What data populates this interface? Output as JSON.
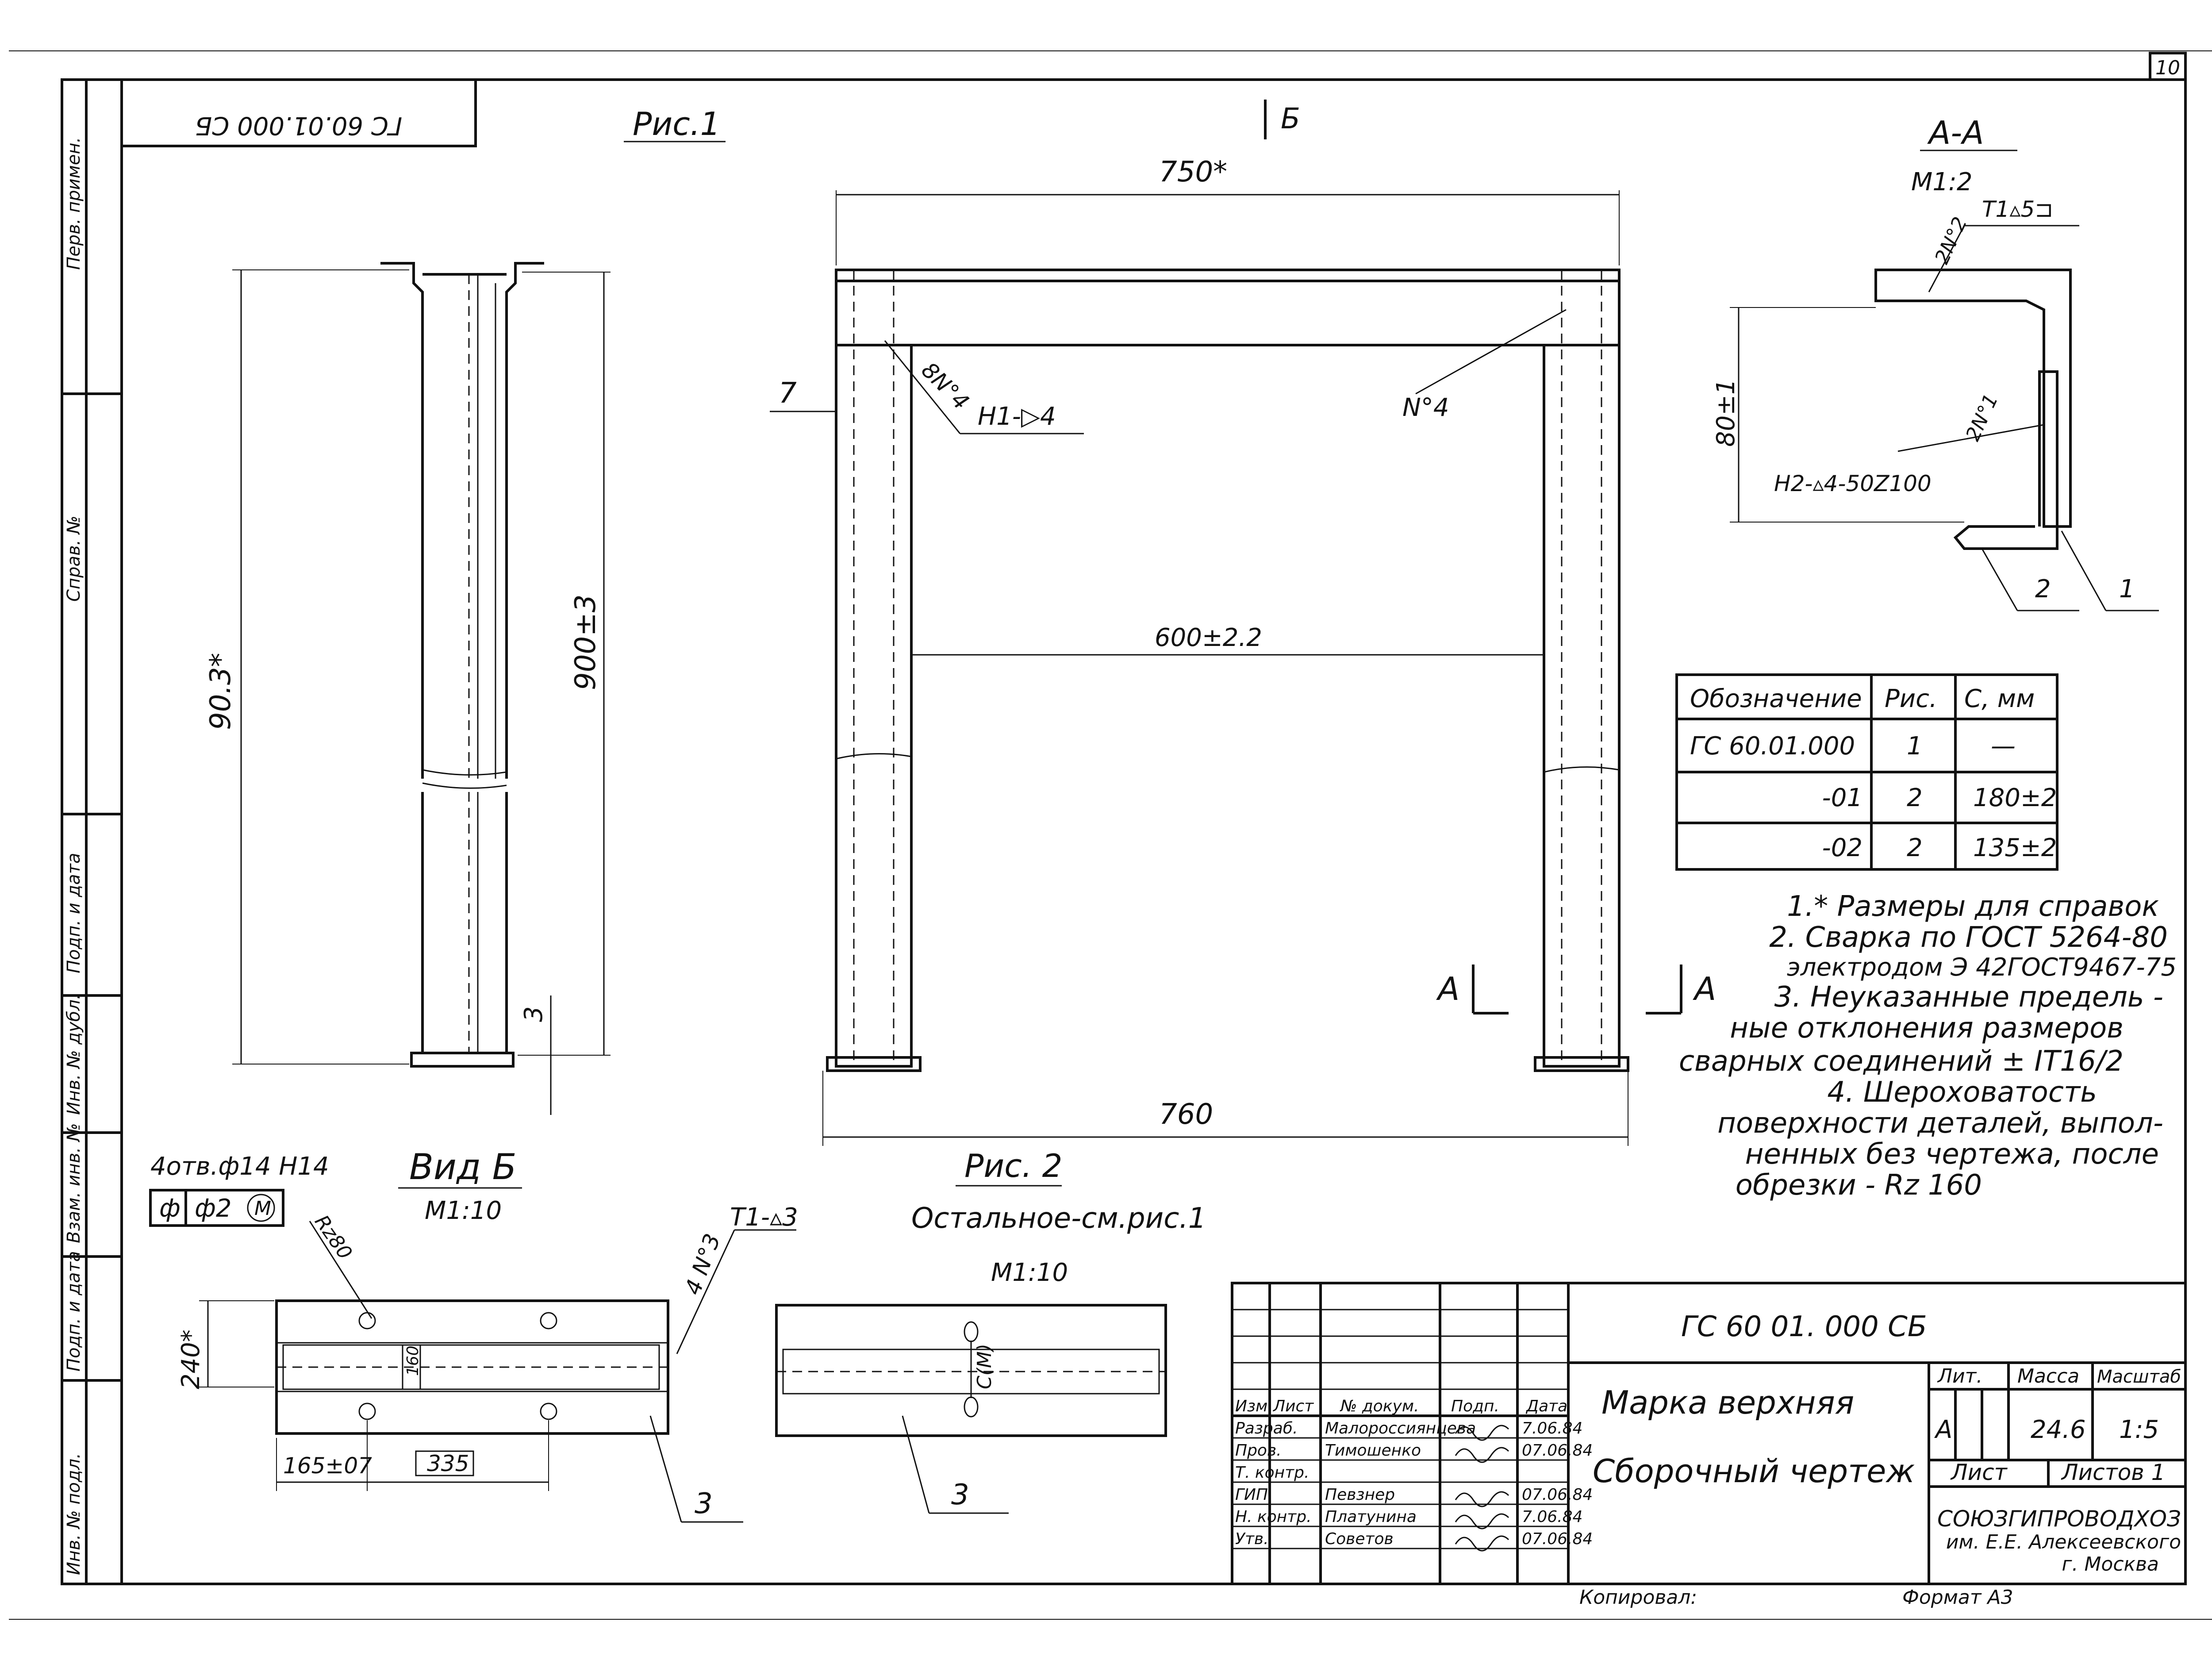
{
  "sheet": {
    "page_number": "10",
    "format": "Формат А3",
    "copied_by": "Копировал:"
  },
  "stamp_top": "ГС 60.01.000 СБ",
  "side_stamp": {
    "perv_primen": "Перв. примен.",
    "sprav_no": "Справ. №",
    "podp_data": "Подп. и дата",
    "inv_dubl": "Инв. № дубл.",
    "vzam_inv": "Взам. инв. №",
    "podp_data_2": "Подп. и дата",
    "inv_podl": "Инв. № подл."
  },
  "fig1": {
    "title": "Рис.1",
    "dim_height_ref": "90.3*",
    "dim_height": "900±3",
    "dim_3": "3"
  },
  "section_b": {
    "label": "Б"
  },
  "fig2_view": {
    "dim_top": "750*",
    "dim_7": "7",
    "weld_left": "8N°4",
    "weld_left_code": "H1-▷4",
    "weld_right": "N°4",
    "dim_inner": "600±2.2",
    "dim_bottom": "760",
    "cut_a_left": "А",
    "cut_a_right": "А"
  },
  "section_aa": {
    "title": "А-А",
    "scale": "М1:2",
    "weld_top": "2N°2",
    "weld_top_code": "T1▵5⊐",
    "dim_80": "80±1",
    "weld_bottom_code": "H2-▵4-50Z100",
    "weld_bottom": "2N°1",
    "pos_2": "2",
    "pos_1": "1"
  },
  "variants_table": {
    "headers": [
      "Обозначение",
      "Рис.",
      "С, мм"
    ],
    "rows": [
      [
        "ГС 60.01.000",
        "1",
        "—"
      ],
      [
        "-01",
        "2",
        "180±2"
      ],
      [
        "-02",
        "2",
        "135±2"
      ]
    ]
  },
  "notes": [
    "1.* Размеры для справок",
    "2. Сварка по ГОСТ 5264-80",
    "электродом Э 42ГОСТ9467-75",
    "3. Неуказанные предель -",
    "ные отклонения размеров",
    "сварных соединений ± IT16/2",
    "4. Шероховатость",
    "поверхности деталей, выпол-",
    "ненных без чертежа, после",
    "обрезки    - Rz 160"
  ],
  "view_b": {
    "holes": "4отв.ф14 H14",
    "tolerance_symbol": "ф",
    "tolerance_value": "ф2",
    "tolerance_mod": "M",
    "title": "Вид Б",
    "scale": "М1:10",
    "rz": "Rz80",
    "weld_code": "T1-▵3",
    "weld_no": "4 N°3",
    "dim_240": "240*",
    "dim_160": "160",
    "dim_165": "165±07",
    "dim_335": "335",
    "pos_3": "3"
  },
  "fig2": {
    "title": "Рис. 2",
    "subtitle": "Остальное-см.рис.1",
    "scale": "М1:10",
    "dim_c": "C(M)",
    "pos_3": "3"
  },
  "title_block": {
    "designation": "ГС 60 01. 000 СБ",
    "name_line1": "Марка верхняя",
    "name_line2": "Сборочный чертеж",
    "col_headers": [
      "Изм",
      "Лист",
      "№ докум.",
      "Подп.",
      "Дата"
    ],
    "roles": [
      {
        "role": "Разраб.",
        "name": "Малороссиянцева",
        "date": "7.06.84"
      },
      {
        "role": "Пров.",
        "name": "Тимошенко",
        "date": "07.06.84"
      },
      {
        "role": "Т. контр.",
        "name": "",
        "date": ""
      },
      {
        "role": "ГИП",
        "name": "Певзнер",
        "date": "07.06.84"
      },
      {
        "role": "Н. контр.",
        "name": "Платунина",
        "date": "7.06.84"
      },
      {
        "role": "Утв.",
        "name": "Советов",
        "date": "07.06.84"
      }
    ],
    "lit_label": "Лит.",
    "mass_label": "Масса",
    "scale_label": "Масштаб",
    "lit_value": "А",
    "mass_value": "24.6",
    "scale_value": "1:5",
    "sheet_label": "Лист",
    "sheets_label": "Листов 1",
    "org_line1": "СОЮЗГИПРОВОДХОЗ",
    "org_line2": "им. Е.Е. Алексеевского",
    "org_line3": "г. Москва"
  }
}
